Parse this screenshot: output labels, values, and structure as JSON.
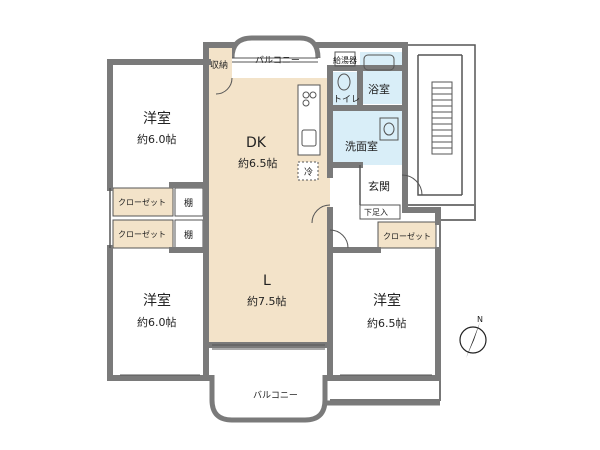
{
  "rooms": {
    "western_nw": {
      "name": "洋室",
      "size": "約6.0帖"
    },
    "western_sw": {
      "name": "洋室",
      "size": "約6.0帖"
    },
    "western_se": {
      "name": "洋室",
      "size": "約6.5帖"
    },
    "dk": {
      "name": "DK",
      "size": "約6.5帖"
    },
    "living": {
      "name": "L",
      "size": "約7.5帖"
    },
    "storage": "収納",
    "balcony_top": "バルコニー",
    "balcony_bottom": "バルコニー",
    "water_heater": "給湯器",
    "bath": "浴室",
    "toilet": "トイレ",
    "washroom": "洗面室",
    "fridge": "冷",
    "entrance": "玄関",
    "shoe_box": "下足入",
    "closet_1": "クローゼット",
    "closet_2": "クローゼット",
    "closet_3": "クローゼット",
    "shelf_1": "棚",
    "shelf_2": "棚"
  },
  "compass": {
    "label": "N"
  },
  "colors": {
    "wall": "#7a7a7a",
    "floor_wood": "#f3e3c9",
    "floor_tile": "#d9eef8",
    "floor_room": "#ffffff",
    "closet": "#f3e3c9"
  }
}
